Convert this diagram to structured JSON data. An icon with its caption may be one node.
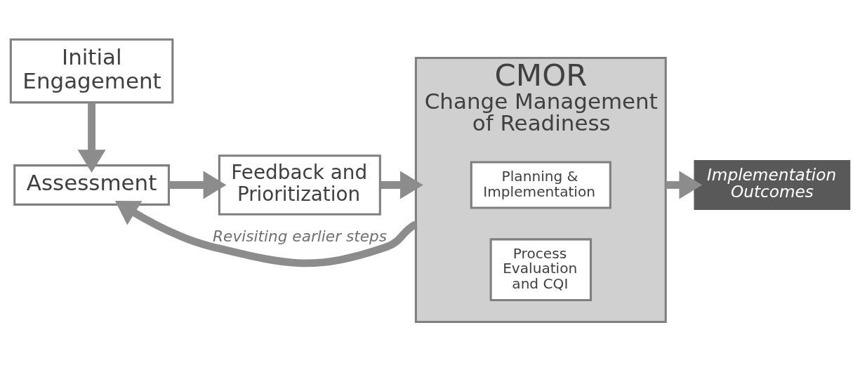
{
  "diagram": {
    "nodes": [
      {
        "text": [
          "Initial Engagement"
        ]
      },
      {
        "text": [
          "Assessment"
        ]
      },
      {
        "text": [
          "Feedback and Prioritization"
        ]
      },
      {
        "text": [
          "CMOR",
          "Change Management of Readiness"
        ]
      },
      {
        "text": [
          "Planning & Implementation"
        ],
        "in": 3
      },
      {
        "text": [
          "Process Evaluation and CQI"
        ],
        "in": 3
      },
      {
        "text": [
          "Implementation Outcomes"
        ]
      }
    ],
    "edges": [
      {
        "from": 0,
        "to": 1,
        "arrow": "to"
      },
      {
        "from": 1,
        "to": 2,
        "arrow": "to"
      },
      {
        "from": 2,
        "to": 3,
        "arrow": "to"
      },
      {
        "from": 3,
        "to": 6,
        "arrow": "to"
      },
      {
        "from": 3,
        "to": 1,
        "arrow": "to",
        "label": "Revisiting earlier steps"
      }
    ]
  }
}
